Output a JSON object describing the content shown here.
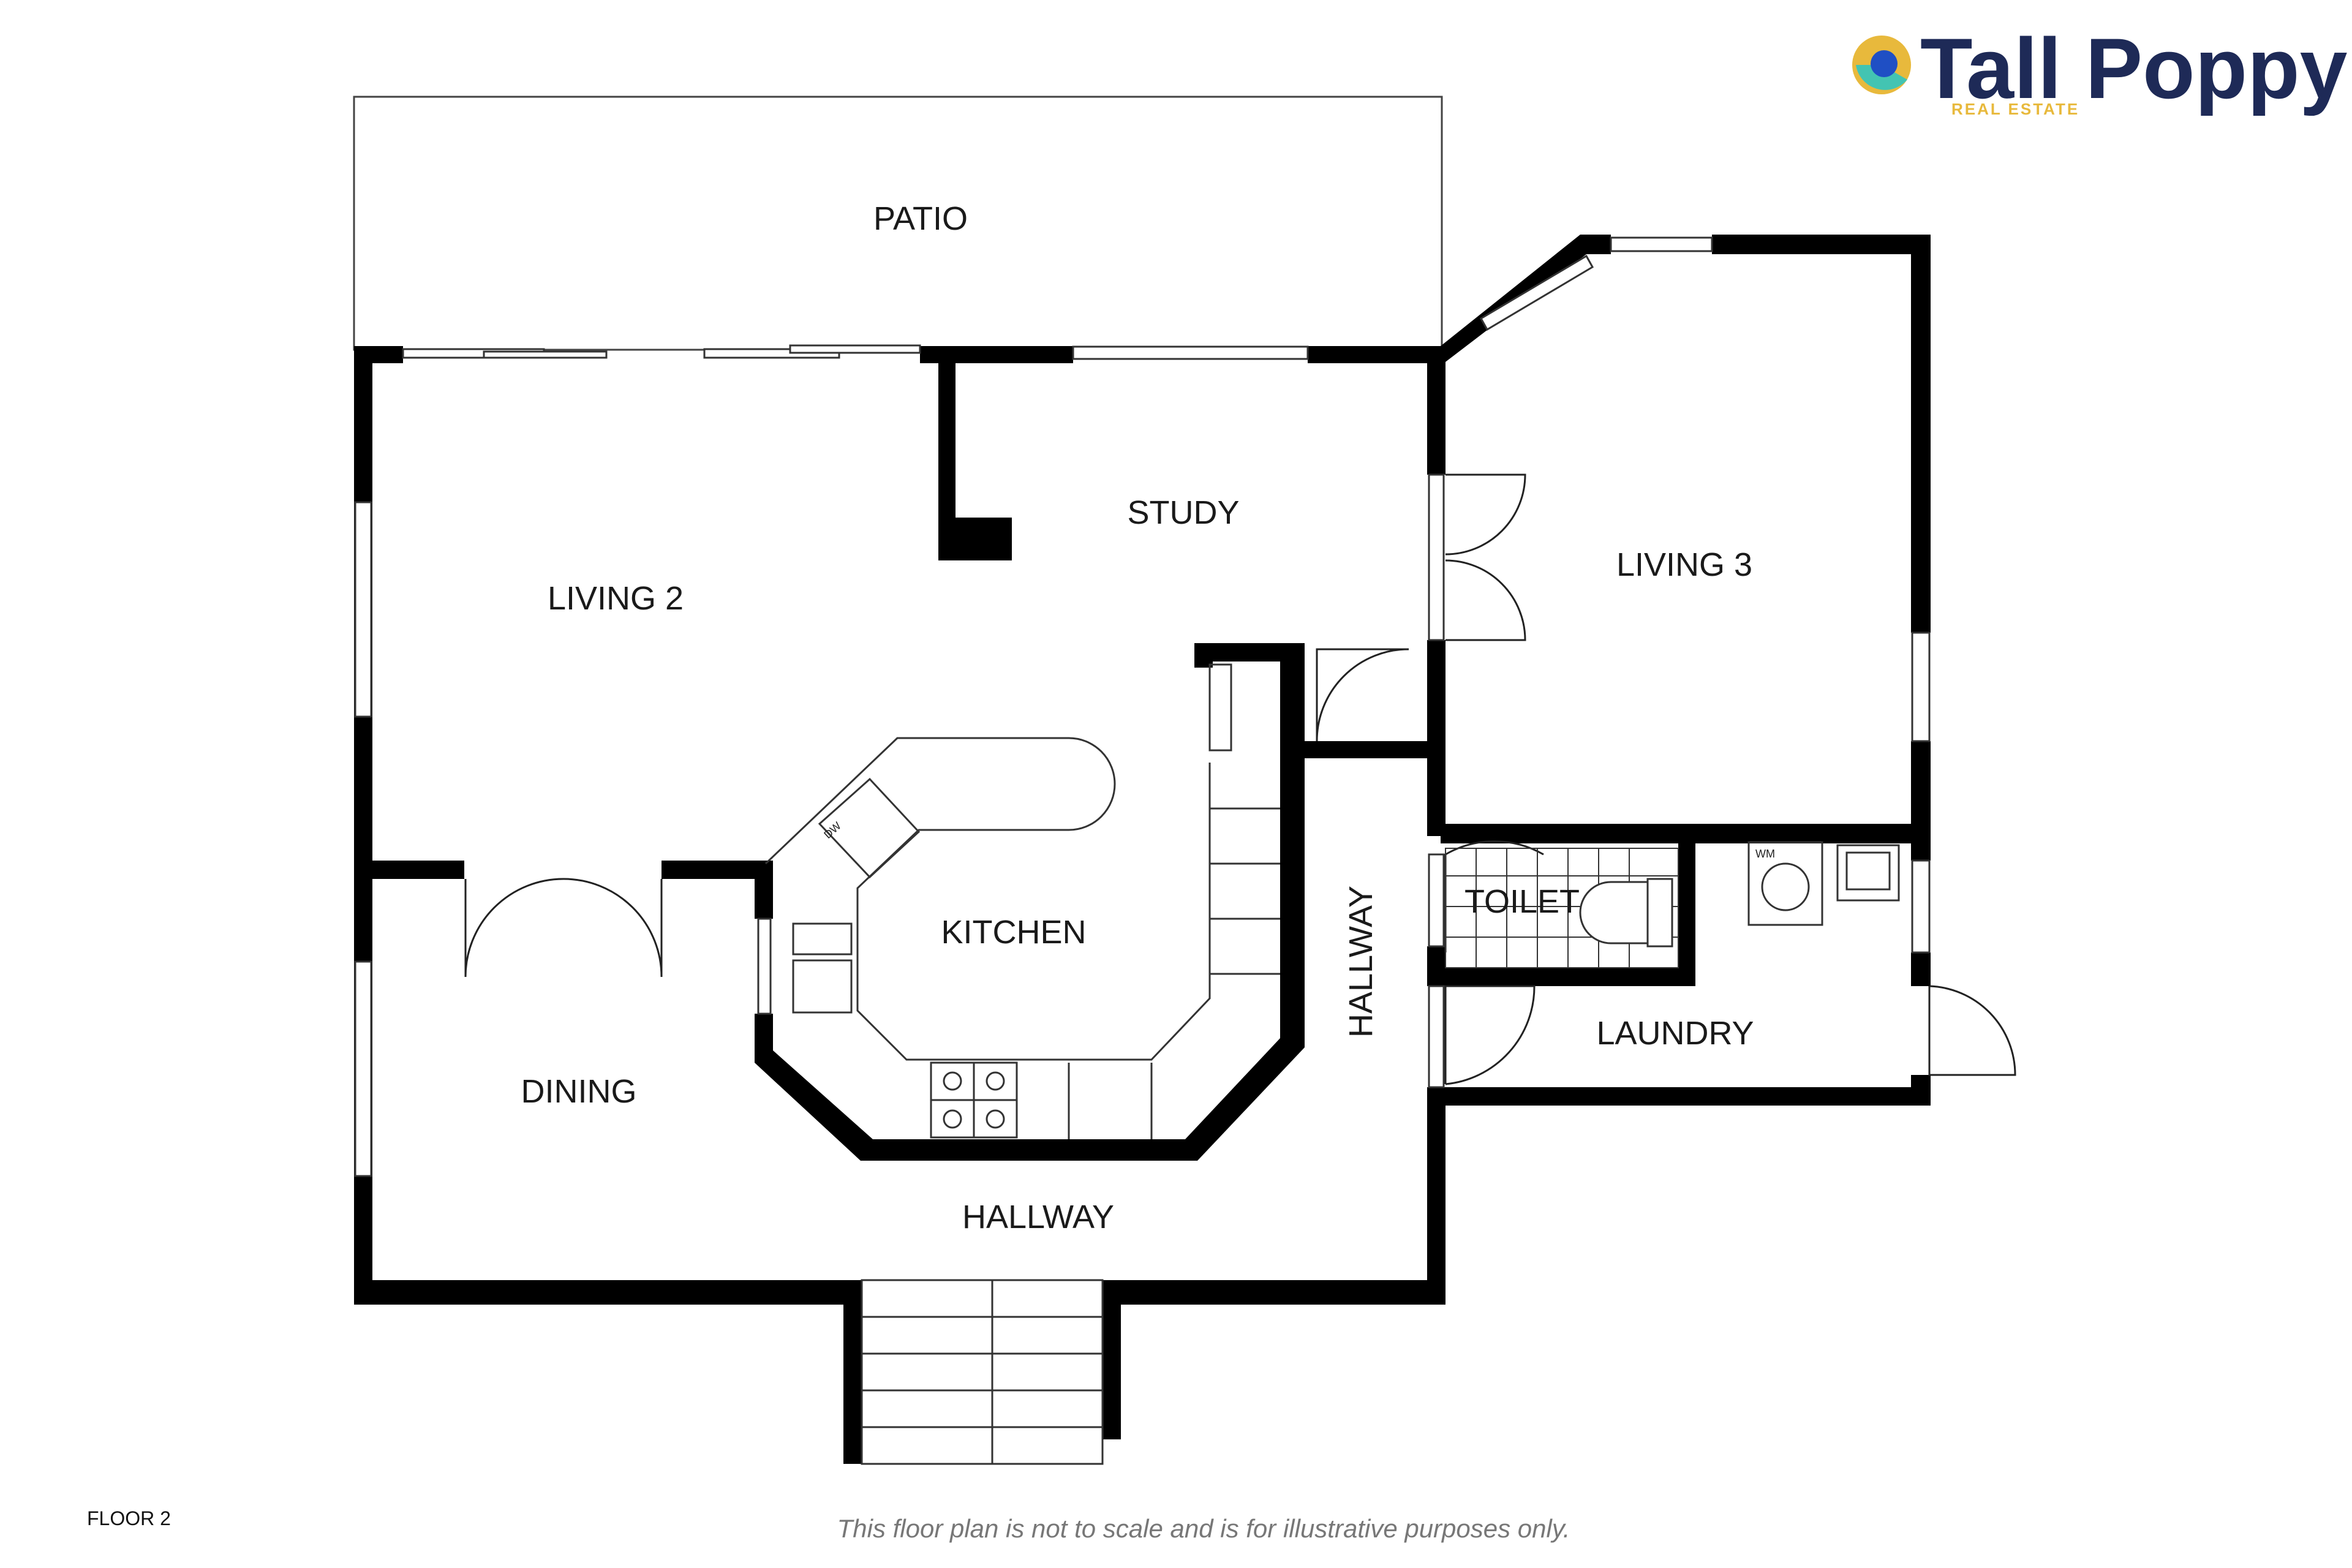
{
  "brand": {
    "name": "Tall Poppy",
    "tagline": "REAL ESTATE",
    "colors": {
      "navy": "#1e2a57",
      "gold": "#e8b93c",
      "teal": "#43c4b2",
      "blue": "#1f4fc4"
    }
  },
  "rooms": {
    "patio": "PATIO",
    "study": "STUDY",
    "living2": "LIVING 2",
    "living3": "LIVING 3",
    "kitchen": "KITCHEN",
    "dining": "DINING",
    "toilet": "TOILET",
    "laundry": "LAUNDRY",
    "hallway_vertical": "HALLWAY",
    "hallway_main": "HALLWAY"
  },
  "appliances": {
    "dishwasher": "DW",
    "washing_machine": "WM"
  },
  "floor_label": "FLOOR 2",
  "disclaimer": "This floor plan is not to scale and is for illustrative purposes only."
}
